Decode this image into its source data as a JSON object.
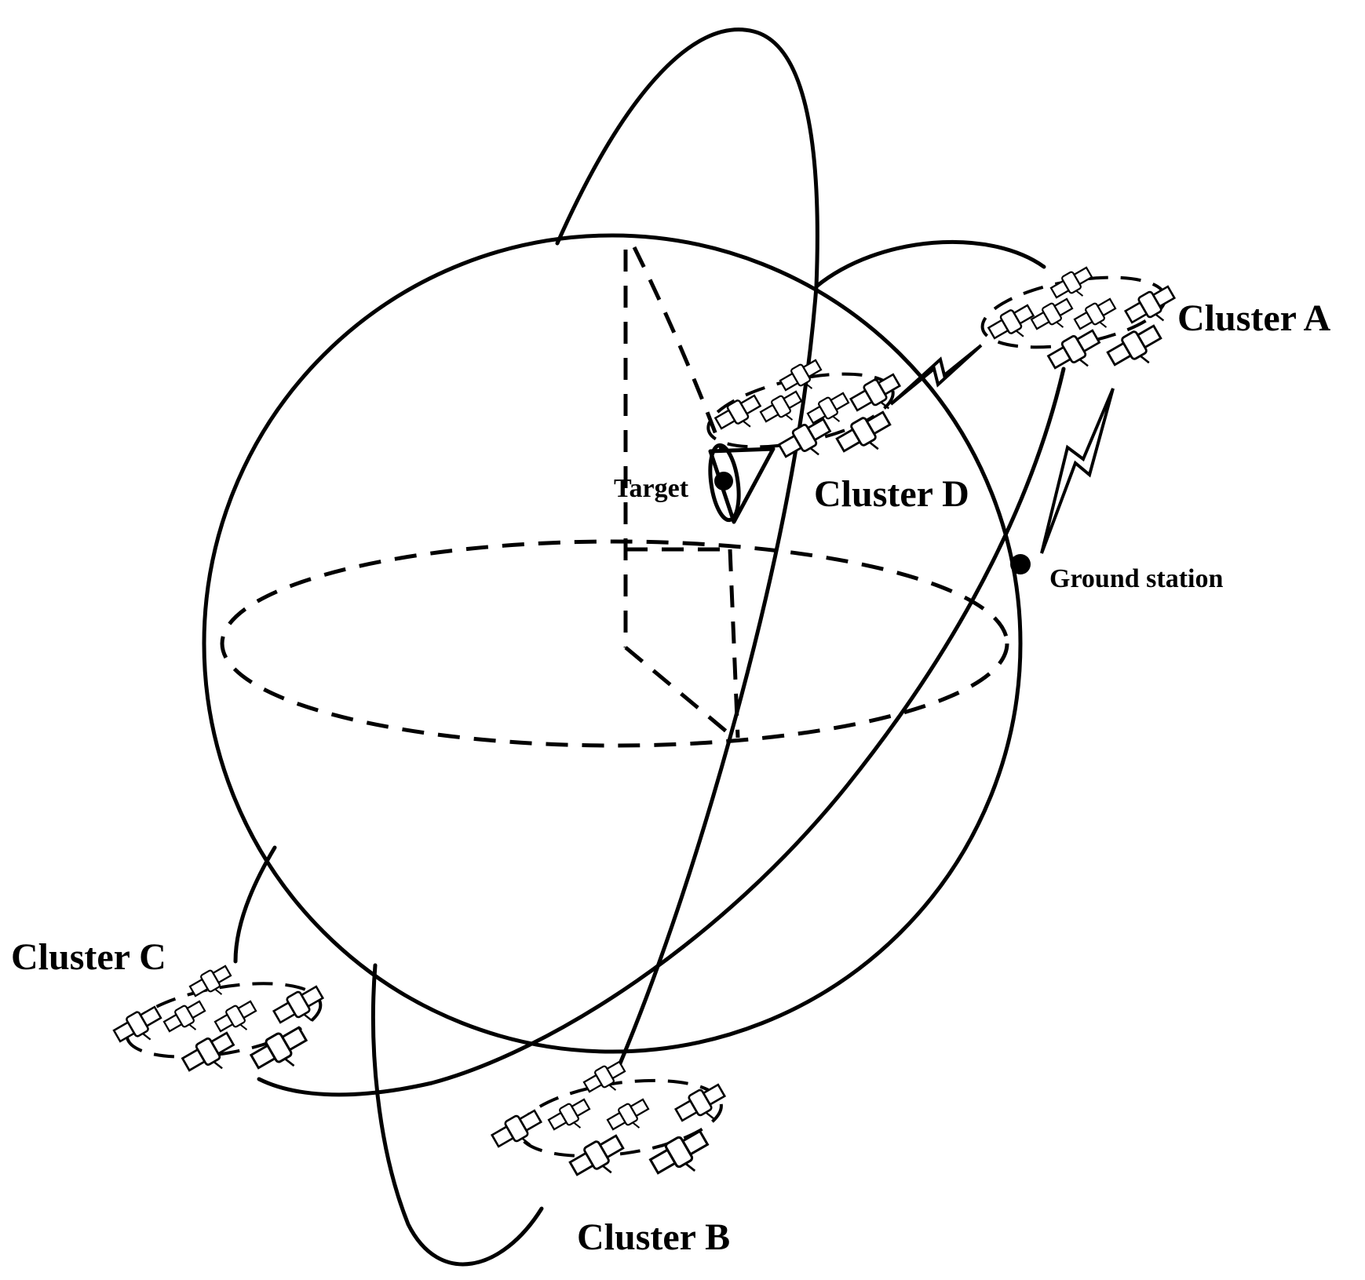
{
  "labels": {
    "cluster_a": "Cluster A",
    "cluster_b": "Cluster B",
    "cluster_c": "Cluster C",
    "cluster_d": "Cluster D",
    "target": "Target",
    "ground_station": "Ground station"
  },
  "clusters": [
    {
      "id": "A",
      "satellite_count": 7
    },
    {
      "id": "B",
      "satellite_count": 7
    },
    {
      "id": "C",
      "satellite_count": 7
    },
    {
      "id": "D",
      "satellite_count": 7
    }
  ],
  "colors": {
    "ink": "#000000",
    "background": "#ffffff"
  }
}
